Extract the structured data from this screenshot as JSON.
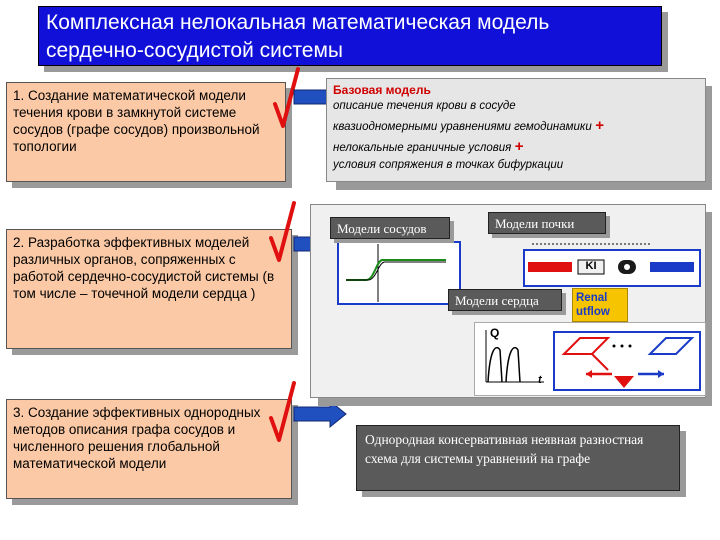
{
  "title": {
    "line1": "Комплексная нелокальная математическая модель",
    "line2": "сердечно-сосудистой системы"
  },
  "steps": [
    {
      "text": "1. Создание математической модели течения крови в замкнутой системе сосудов (графе сосудов) произвольной топологии"
    },
    {
      "text": "2. Разработка эффективных моделей различных органов, сопряженных с работой сердечно-сосудистой системы (в том числе – точечной модели сердца )"
    },
    {
      "text": "3. Создание эффективных однородных методов описания графа сосудов и численного решения глобальной математической модели"
    }
  ],
  "base_model": {
    "heading": "Базовая модель",
    "line1": "описание течения крови в сосуде",
    "line2": "квазиодномерными уравнениями гемодинамики",
    "plus1": "+",
    "line3": "нелокальные граничные условия",
    "plus2": "+",
    "line4": "условия сопряжения в точках бифуркации"
  },
  "models": {
    "vessels": "Модели сосудов",
    "kidney": "Модели почки",
    "heart": "Модели сердца",
    "kidney_label": "KI",
    "renal_text1": "Renal",
    "renal_text2": "utflow",
    "q_label": "Q",
    "t_label": "t"
  },
  "scheme": {
    "text": "Однородная консервативная неявная разностная схема для системы уравнений на графе"
  },
  "icons": [
    "checkmark-icon",
    "right-arrow-icon"
  ],
  "colors": {
    "title_bg": "#1010d8",
    "step_bg": "#fbc9a5",
    "check": "#e01010",
    "arrow": "#2050c0"
  }
}
